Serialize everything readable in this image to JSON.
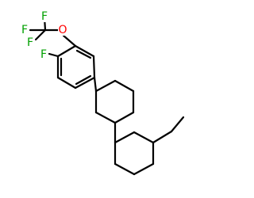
{
  "molecule": {
    "atoms": {
      "f_top": {
        "symbol": "F",
        "color": "#00a000"
      },
      "f_left": {
        "symbol": "F",
        "color": "#00a000"
      },
      "f_lower": {
        "symbol": "F",
        "color": "#00a000"
      },
      "o": {
        "symbol": "O",
        "color": "#ff0000"
      },
      "f_ring": {
        "symbol": "F",
        "color": "#00a000"
      }
    },
    "bond_color": "#000000"
  }
}
